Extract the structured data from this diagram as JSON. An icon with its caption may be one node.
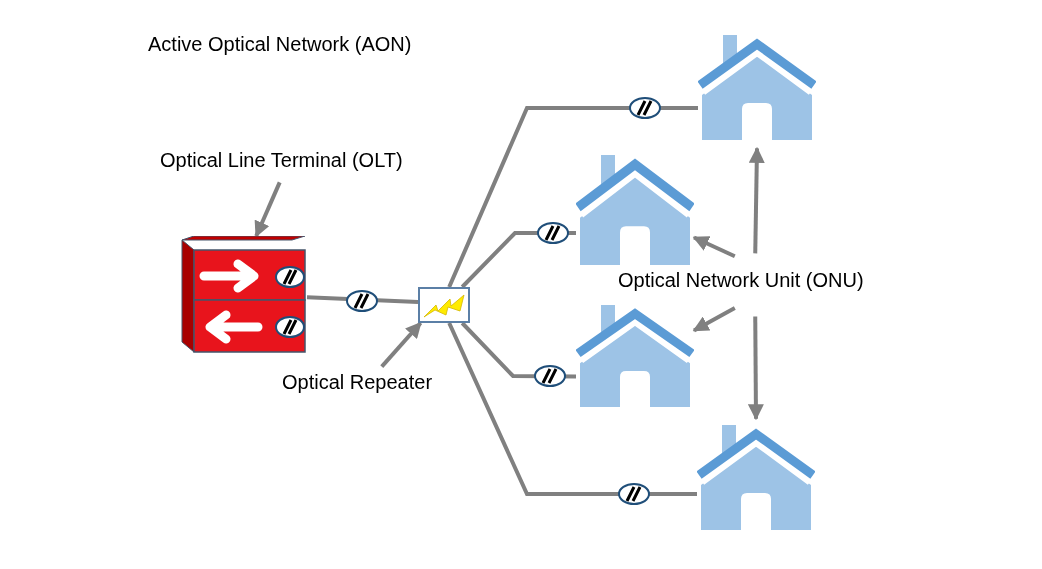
{
  "diagram": {
    "title": "Active Optical Network (AON)",
    "nodes": [
      {
        "text": [
          "Optical Line Terminal (OLT)"
        ]
      },
      {
        "text": [],
        "shape": "picture"
      },
      {
        "text": [],
        "shape": "box"
      },
      {
        "text": [
          "Optical Repeater"
        ]
      },
      {
        "text": [],
        "shape": "house"
      },
      {
        "text": [],
        "shape": "house"
      },
      {
        "text": [],
        "shape": "house"
      },
      {
        "text": [],
        "shape": "house"
      },
      {
        "text": [
          "Optical Network Unit (ONU)"
        ]
      }
    ],
    "edges": [
      {
        "from": 0,
        "to": 1,
        "arrow": "to"
      },
      {
        "from": 3,
        "to": 2,
        "arrow": "to"
      },
      {
        "from": 1,
        "to": 2,
        "arrow": "none"
      },
      {
        "from": 2,
        "to": 4,
        "arrow": "none"
      },
      {
        "from": 2,
        "to": 5,
        "arrow": "none"
      },
      {
        "from": 2,
        "to": 6,
        "arrow": "none"
      },
      {
        "from": 2,
        "to": 7,
        "arrow": "none"
      },
      {
        "from": 8,
        "to": 4,
        "arrow": "to"
      },
      {
        "from": 8,
        "to": 5,
        "arrow": "to"
      },
      {
        "from": 8,
        "to": 6,
        "arrow": "to"
      },
      {
        "from": 8,
        "to": 7,
        "arrow": "to"
      }
    ]
  }
}
